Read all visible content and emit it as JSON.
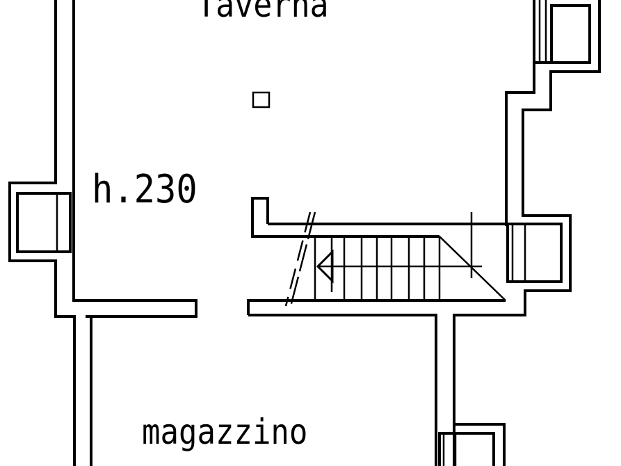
{
  "rooms": {
    "upper": "Taverna",
    "lower": "magazzino"
  },
  "ceiling_height": "h.230",
  "colors": {
    "line": "#000000",
    "background": "#ffffff"
  }
}
